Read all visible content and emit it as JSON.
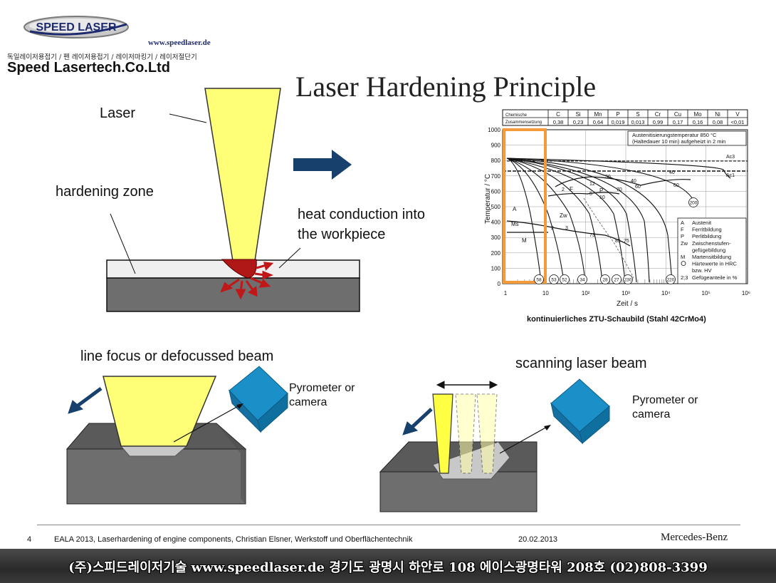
{
  "logo": {
    "brand": "SPEED LASER",
    "url": "www.speedlaser.de",
    "korean_line": "독일레이저용접기 / 펜 레이저용접기 / 레이저마킹기 / 레이저절단기",
    "company": "Speed Lasertech.Co.Ltd"
  },
  "title": "Laser Hardening Principle",
  "diagram_top": {
    "laser_label": "Laser",
    "zone_label": "hardening zone",
    "heat_label_1": "heat conduction into",
    "heat_label_2": "the workpiece"
  },
  "chart": {
    "table_header": [
      "C",
      "Si",
      "Mn",
      "P",
      "S",
      "Cr",
      "Cu",
      "Mo",
      "Ni",
      "V"
    ],
    "table_row_label_1": "Chemische",
    "table_row_label_2": "Zusammensetzung",
    "table_values": [
      "0,38",
      "0,23",
      "0,64",
      "0,019",
      "0,013",
      "0,99",
      "0,17",
      "0,16",
      "0,08",
      "<0,01"
    ],
    "info_line_1": "Austenitisierungstemperatur 850 °C",
    "info_line_2": "(Haltedauer 10 min) aufgeheizt in 2 min",
    "ylabel": "Temperatur / °C",
    "xlabel": "Zeit / s",
    "y_ticks": [
      "1000",
      "900",
      "800",
      "700",
      "600",
      "500",
      "400",
      "300",
      "200",
      "100",
      "0"
    ],
    "x_ticks": [
      "1",
      "10",
      "10²",
      "10³",
      "10⁴",
      "10⁵",
      "10⁶"
    ],
    "line_ac3": "Ac3",
    "line_ac1": "Ac1",
    "legend": [
      {
        "key": "A",
        "text": "Austenit"
      },
      {
        "key": "F",
        "text": "Ferritbildung"
      },
      {
        "key": "P",
        "text": "Perlitbildung"
      },
      {
        "key": "Zw",
        "text": "Zwischenstufen-"
      },
      {
        "key": "",
        "text": "gefügebildung"
      },
      {
        "key": "M",
        "text": "Martensitbildung"
      },
      {
        "key": "O",
        "text": "Härtewerte in HRC"
      },
      {
        "key": "",
        "text": "bzw. HV"
      },
      {
        "key": "2;3",
        "text": "Gefügeanteile in %"
      }
    ],
    "region_labels": [
      "A",
      "Ms",
      "M",
      "F",
      "P",
      "Zw"
    ],
    "fraction_labels": [
      "2",
      "12",
      "30",
      "40",
      "60",
      "70",
      "5",
      "10",
      "2",
      "3",
      "73",
      "85",
      "75"
    ],
    "hardness_values": [
      "58",
      "53",
      "52",
      "34",
      "28",
      "27",
      "230",
      "220",
      "200"
    ],
    "caption": "kontinuierliches ZTU-Schaubild (Stahl 42CrMo4)"
  },
  "diagram_left": {
    "title": "line focus or defocussed beam",
    "pyrometer_1": "Pyrometer or",
    "pyrometer_2": "camera"
  },
  "diagram_right": {
    "title": "scanning laser beam",
    "pyrometer_1": "Pyrometer or",
    "pyrometer_2": "camera"
  },
  "footer": {
    "page": "4",
    "text": "EALA 2013, Laserhardening  of engine components, Christian Elsner, Werkstoff und Oberflächentechnik",
    "date": "20.02.2013",
    "brand": "Mercedes-Benz"
  },
  "footer_bar": "(주)스피드레이저기술  www.speedlaser.de    경기도 광명시 하안로 108 에이스광명타워 208호 (02)808-3399",
  "colors": {
    "laser_yellow": "#ffff77",
    "navy_arrow": "#17406d",
    "block_gray": "#6e6e6e",
    "cube_blue": "#1a8fc8",
    "highlight_orange": "#f39a3a",
    "melt_red": "#b01818"
  }
}
